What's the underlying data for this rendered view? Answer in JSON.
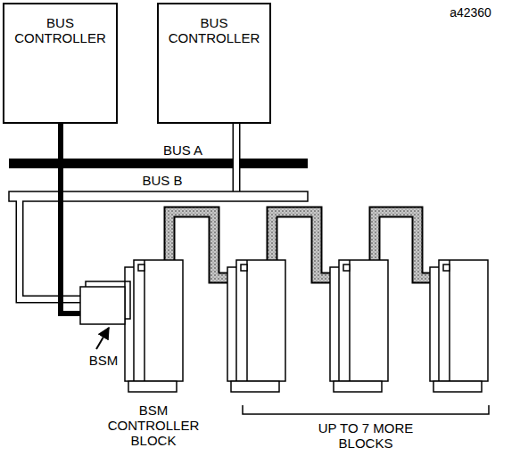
{
  "diagram": {
    "nodes": [
      {
        "text": [
          "BUS CONTROLLER"
        ]
      },
      {
        "text": [
          "BUS CONTROLLER"
        ]
      }
    ],
    "labels": [
      "a42360",
      "BUS A",
      "BUS B",
      "BSM",
      "BSM CONTROLLER BLOCK",
      "UP TO 7 MORE BLOCKS"
    ]
  }
}
